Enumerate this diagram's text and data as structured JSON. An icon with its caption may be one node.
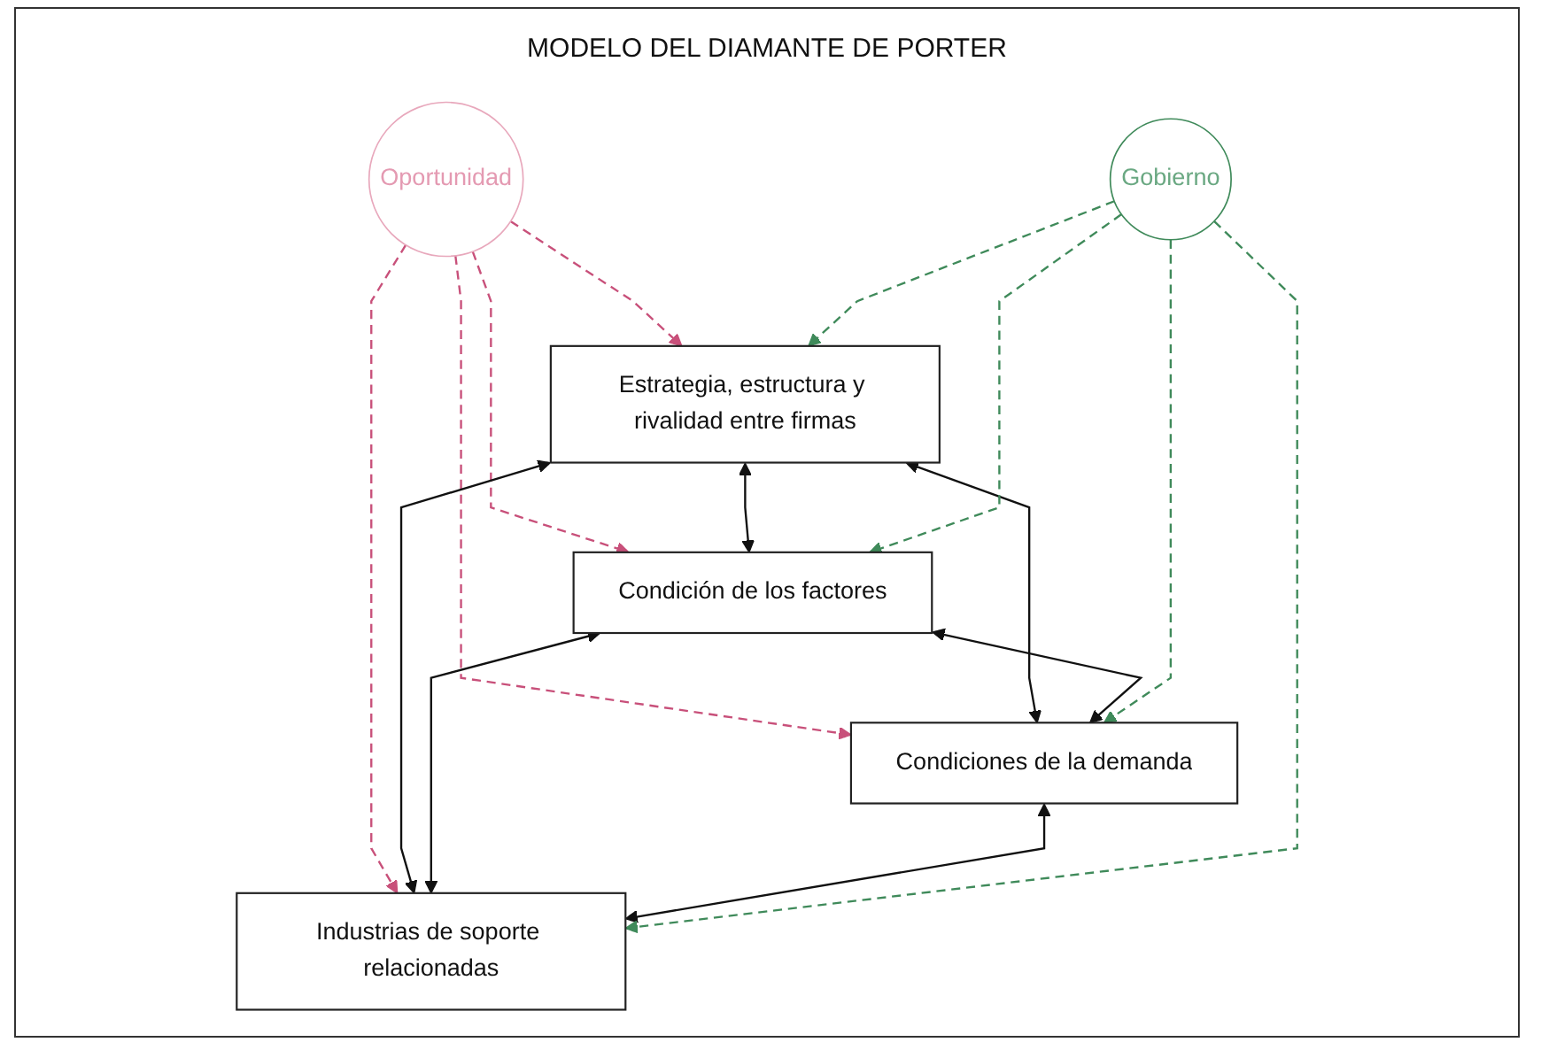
{
  "diagram": {
    "title": "MODELO DEL DIAMANTE DE PORTER",
    "nodes": [
      {
        "text": [
          "Oportunidad"
        ]
      },
      {
        "text": [
          "Estrategia, estructura y rivalidad entre firmas"
        ]
      },
      {
        "text": [
          "Condición de los factores"
        ]
      },
      {
        "text": [
          "Condiciones de la demanda"
        ]
      },
      {
        "text": [
          "Industrias de soporte relacionadas"
        ]
      },
      {
        "text": [
          "Gobierno"
        ]
      }
    ],
    "edges": [
      {
        "from": 0,
        "to": 1,
        "arrow": "to",
        "style": "dashed",
        "color": "#c8507a"
      },
      {
        "from": 0,
        "to": 2,
        "arrow": "to",
        "style": "dashed",
        "color": "#c8507a"
      },
      {
        "from": 0,
        "to": 3,
        "arrow": "to",
        "style": "dashed",
        "color": "#c8507a"
      },
      {
        "from": 0,
        "to": 4,
        "arrow": "to",
        "style": "dashed",
        "color": "#c8507a"
      },
      {
        "from": 1,
        "to": 2,
        "arrow": "both"
      },
      {
        "from": 1,
        "to": 3,
        "arrow": "both"
      },
      {
        "from": 1,
        "to": 4,
        "arrow": "both"
      },
      {
        "from": 2,
        "to": 3,
        "arrow": "both"
      },
      {
        "from": 2,
        "to": 4,
        "arrow": "both"
      },
      {
        "from": 3,
        "to": 4,
        "arrow": "both"
      },
      {
        "from": 5,
        "to": 1,
        "arrow": "to",
        "style": "dashed",
        "color": "#3f8a5a"
      },
      {
        "from": 5,
        "to": 2,
        "arrow": "to",
        "style": "dashed",
        "color": "#3f8a5a"
      },
      {
        "from": 5,
        "to": 3,
        "arrow": "to",
        "style": "dashed",
        "color": "#3f8a5a"
      },
      {
        "from": 5,
        "to": 4,
        "arrow": "to",
        "style": "dashed",
        "color": "#3f8a5a"
      }
    ]
  }
}
